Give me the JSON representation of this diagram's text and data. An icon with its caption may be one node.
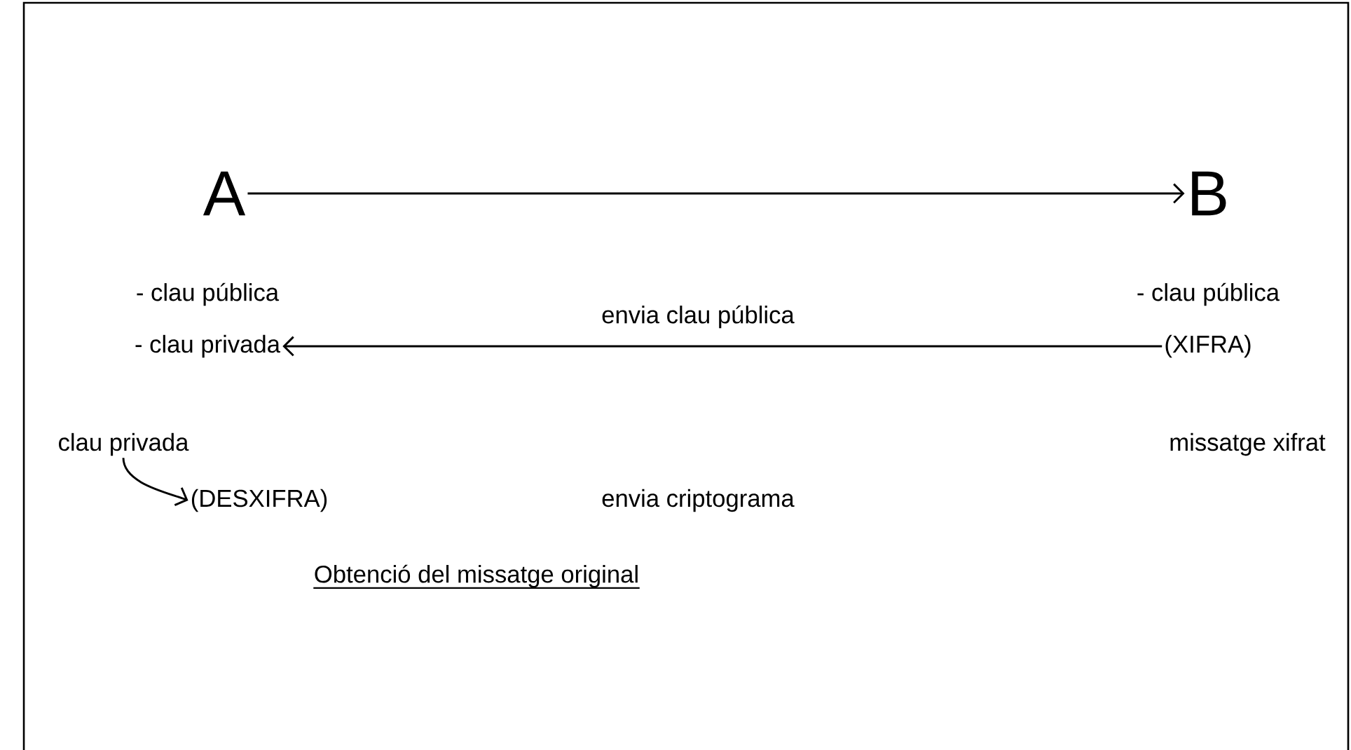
{
  "diagram": {
    "nodes": [
      {
        "text": [
          "A"
        ]
      },
      {
        "text": [
          "B"
        ]
      },
      {
        "text": [
          "- clau pública"
        ]
      },
      {
        "text": [
          "- clau privada"
        ]
      },
      {
        "text": [
          "- clau pública"
        ]
      },
      {
        "text": [
          "(XIFRA)"
        ]
      },
      {
        "text": [
          "clau privada"
        ]
      },
      {
        "text": [
          "(DESXIFRA)"
        ]
      },
      {
        "text": [
          "missatge xifrat"
        ]
      }
    ],
    "edges": [
      {
        "from": 0,
        "to": 1,
        "arrow": "to"
      },
      {
        "from": 5,
        "to": 3,
        "arrow": "to",
        "label": "envia clau pública"
      },
      {
        "from": 6,
        "to": 7,
        "arrow": "to"
      }
    ],
    "labels": [
      "envia criptograma",
      "Obtenció del missatge original"
    ]
  }
}
